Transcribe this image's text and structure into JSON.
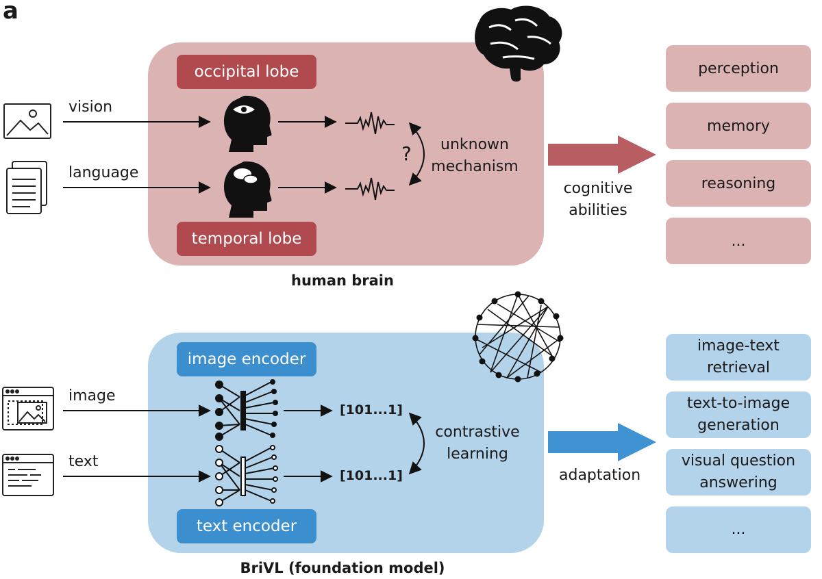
{
  "panel_letter": "a",
  "top": {
    "top_label": "occipital lobe",
    "bottom_label": "temporal lobe",
    "caption": "human brain",
    "inputs": [
      "vision",
      "language"
    ],
    "question": "?",
    "mechanism": [
      "unknown",
      "mechanism"
    ],
    "arrow_label": [
      "cognitive",
      "abilities"
    ],
    "outputs": [
      "perception",
      "memory",
      "reasoning",
      "..."
    ],
    "icons": [
      "image-icon",
      "document-icon",
      "eye-head-icon",
      "speech-head-icon",
      "signal-wave-icon",
      "brain-icon"
    ]
  },
  "bottom": {
    "top_label": "image encoder",
    "bottom_label": "text encoder",
    "caption": "BriVL (foundation model)",
    "inputs": [
      "image",
      "text"
    ],
    "codes": [
      "[101...1]",
      "[101...1]"
    ],
    "mechanism": [
      "contrastive",
      "learning"
    ],
    "arrow_label": "adaptation",
    "outputs": [
      [
        "image-text",
        "retrieval"
      ],
      [
        "text-to-image",
        "generation"
      ],
      [
        "visual question",
        "answering"
      ],
      [
        "..."
      ]
    ],
    "icons": [
      "image-window-icon",
      "text-window-icon",
      "neural-network-filled-icon",
      "neural-network-outline-icon",
      "network-graph-icon"
    ]
  },
  "colors": {
    "red_fill": "#dcb3b3",
    "red_label": "#b04a4e",
    "red_arrow": "#b85e63",
    "blue_fill": "#b3d3ea",
    "blue_label": "#3c8fcf",
    "blue_arrow": "#3f93d3"
  }
}
